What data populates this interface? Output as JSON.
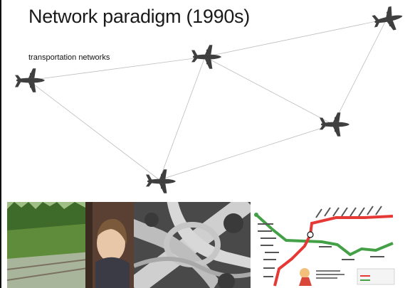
{
  "slide": {
    "title": "Network paradigm (1990s)",
    "subtitle": "transportation networks"
  },
  "network": {
    "nodes": [
      "plane-1",
      "plane-2",
      "plane-3",
      "plane-4",
      "plane-5"
    ],
    "edge_color": "#bdbdbd",
    "plane_color": "#3f3f3f"
  },
  "photos": [
    {
      "name": "train-window-photo",
      "description": "girl looking out of a train window"
    },
    {
      "name": "highway-interchange-photo",
      "description": "aerial view of highway interchange"
    },
    {
      "name": "metro-map-image",
      "description": "metro line map with red and green routes"
    }
  ],
  "colors": {
    "background": "#ffffff",
    "text": "#1a1a1a",
    "metro_red": "#e53935",
    "metro_green": "#43a047"
  }
}
